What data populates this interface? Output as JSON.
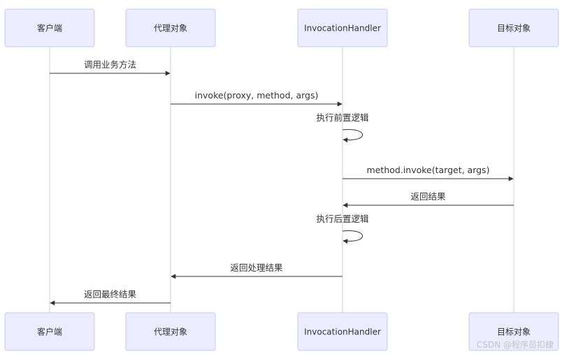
{
  "diagram": {
    "type": "sequence",
    "participants": [
      {
        "id": "client",
        "label": "客户端"
      },
      {
        "id": "proxy",
        "label": "代理对象"
      },
      {
        "id": "handler",
        "label": "InvocationHandler"
      },
      {
        "id": "target",
        "label": "目标对象"
      }
    ],
    "messages": [
      {
        "from": "client",
        "to": "proxy",
        "label": "调用业务方法"
      },
      {
        "from": "proxy",
        "to": "handler",
        "label": "invoke(proxy, method, args)"
      },
      {
        "from": "handler",
        "to": "handler",
        "label": "执行前置逻辑"
      },
      {
        "from": "handler",
        "to": "target",
        "label": "method.invoke(target, args)"
      },
      {
        "from": "target",
        "to": "handler",
        "label": "返回结果"
      },
      {
        "from": "handler",
        "to": "handler",
        "label": "执行后置逻辑"
      },
      {
        "from": "handler",
        "to": "proxy",
        "label": "返回处理结果"
      },
      {
        "from": "proxy",
        "to": "client",
        "label": "返回最终结果"
      }
    ],
    "colors": {
      "actor_fill": "#ececff",
      "actor_border": "#c9c9f0",
      "lifeline": "#d0d0d0",
      "arrow": "#333333",
      "text": "#333333"
    }
  },
  "watermark": "CSDN @程序员扣棣"
}
